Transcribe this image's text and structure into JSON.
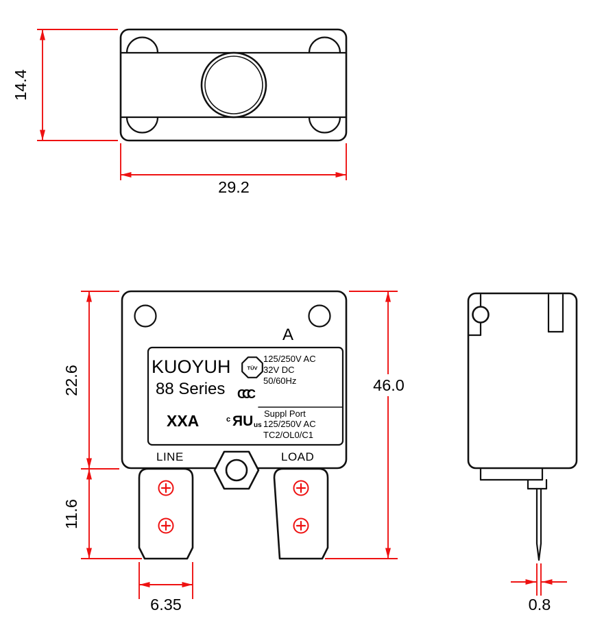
{
  "colors": {
    "dimension_line": "#ee1111",
    "outline": "#111111",
    "text": "#000000",
    "background": "#ffffff"
  },
  "dimensions": {
    "top_height": "14.4",
    "top_width": "29.2",
    "body_height": "22.6",
    "terminal_height": "11.6",
    "terminal_width": "6.35",
    "overall_height": "46.0",
    "pin_thickness": "0.8"
  },
  "front_label": {
    "marking": "A",
    "brand": "KUOYUH",
    "series": "88 Series",
    "rating": "XXA",
    "tuv": "TÜV",
    "ccc": "CCC",
    "ul_c": "c",
    "ul_ru": "ЯU",
    "ul_us": "us",
    "ratings": [
      "125/250V AC",
      "32V DC",
      "50/60Hz"
    ],
    "suppl": [
      "Suppl Port",
      "125/250V AC",
      "TC2/OL0/C1"
    ],
    "line": "LINE",
    "load": "LOAD"
  }
}
